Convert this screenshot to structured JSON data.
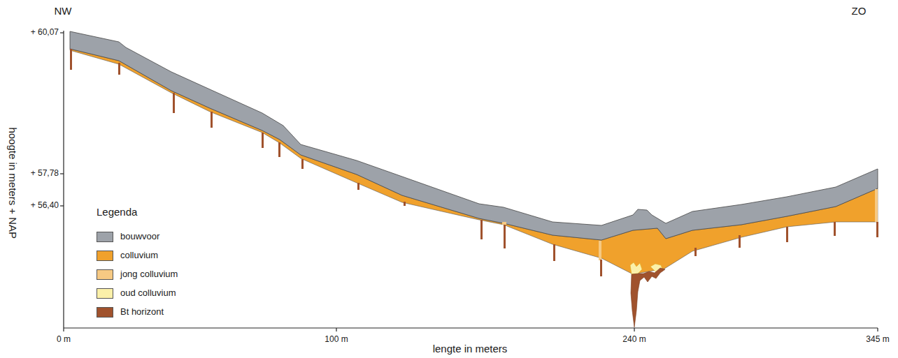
{
  "diagram": {
    "labels": [
      "NW",
      "ZO",
      "+ 60,07",
      "+ 57,78",
      "+ 56,40",
      "hoogte in meters + NAP",
      "Legenda",
      "0 m",
      "100 m",
      "240 m",
      "345 m",
      "lengte in meters"
    ],
    "legend": [
      {
        "text": "bouwvoor",
        "color": "#9da2a9"
      },
      {
        "text": "colluvium",
        "color": "#f0a12c"
      },
      {
        "text": "jong colluvium",
        "color": "#f6c983"
      },
      {
        "text": "oud colluvium",
        "color": "#fbf0a9"
      },
      {
        "text": "Bt horizont",
        "color": "#a0522d"
      }
    ]
  }
}
